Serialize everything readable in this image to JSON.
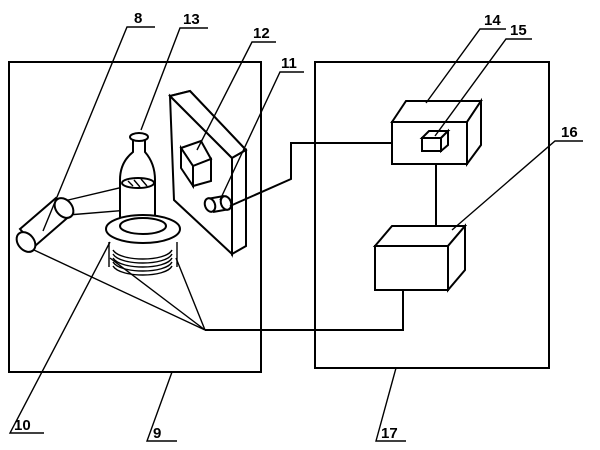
{
  "figure": {
    "labels": {
      "eight": "8",
      "nine": "9",
      "ten": "10",
      "eleven": "11",
      "twelve": "12",
      "thirteen": "13",
      "fourteen": "14",
      "fifteen": "15",
      "sixteen": "16",
      "seventeen": "17"
    }
  }
}
